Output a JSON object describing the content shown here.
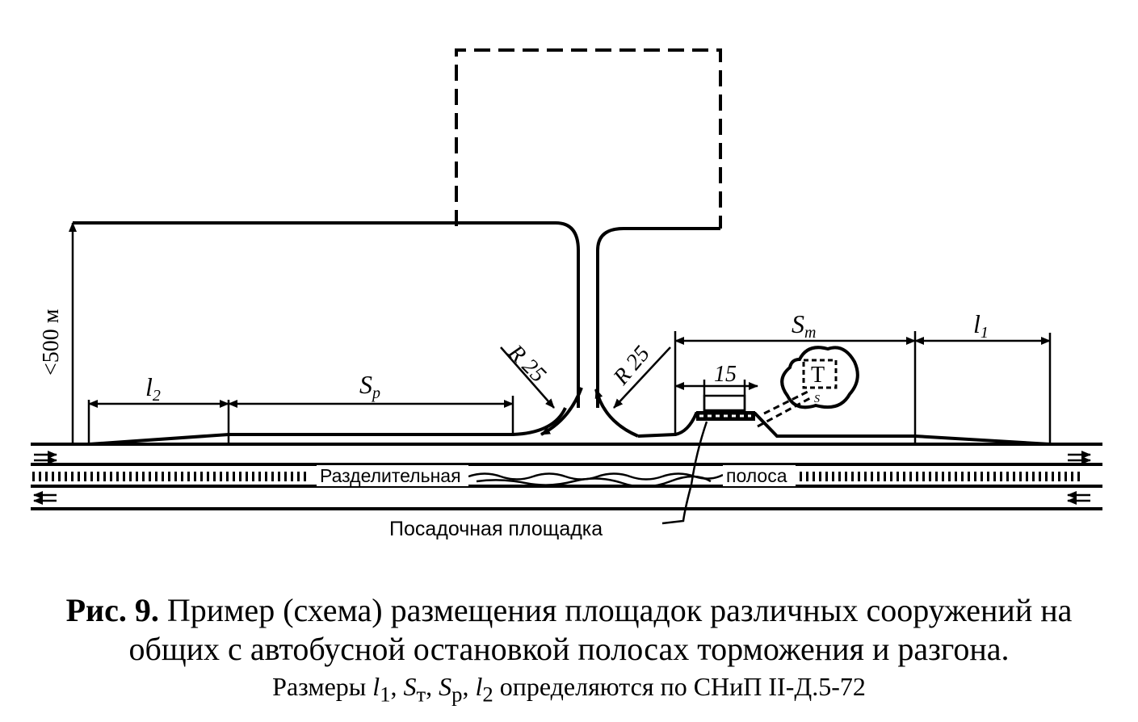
{
  "labels": {
    "height_limit": "<500 м",
    "l2": "l",
    "l2_sub": "2",
    "sp": "S",
    "sp_sub": "р",
    "st": "S",
    "st_sub": "т",
    "l1": "l",
    "l1_sub": "1",
    "radius_left": "R 25",
    "radius_right": "R 25",
    "pad_length": "15",
    "station": "Т",
    "station_sub": "S",
    "median_left": "Разделительная",
    "median_right": "полоса",
    "landing_pad": "Посадочная площадка"
  },
  "caption": {
    "fig_label": "Рис. 9.",
    "line1_rest": "Пример (схема) размещения площадок различных сооружений на",
    "line2": "общих с автобусной остановкой полосах торможения и разгона.",
    "line3_start": "Размеры ",
    "line3_l1": "l",
    "line3_l1_sub": "1",
    "line3_sep1": ", ",
    "line3_st": "S",
    "line3_st_sub": "т",
    "line3_sep2": ", ",
    "line3_sp": "S",
    "line3_sp_sub": "р",
    "line3_sep3": ", ",
    "line3_l2": "l",
    "line3_l2_sub": "2",
    "line3_end": " определяются по СНиП II-Д.5-72"
  }
}
